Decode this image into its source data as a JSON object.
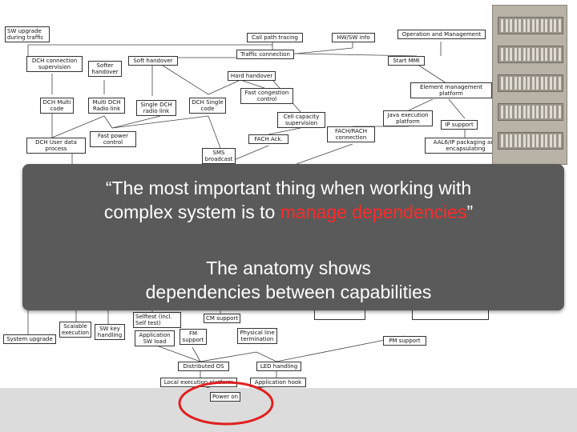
{
  "boxes": {
    "sw_upgrade": "SW upgrade during traffic",
    "call_path_tracing": "Call path tracing",
    "hw_sw_info": "HW/SW info",
    "operation_management": "Operation and Management",
    "traffic_connection": "Traffic connection",
    "dch_connection_supervision": "DCH connection supervision",
    "softer_handover": "Softer handover",
    "soft_handover": "Soft handover",
    "start_mmi": "Start MMI",
    "hard_handover": "Hard handover",
    "element_mgmt_platform": "Element management platform",
    "fast_congestion_control": "Fast congestion control",
    "dch_multi_code": "DCH Multi code",
    "multi_dch_radio_link": "Multi DCH Radio link",
    "single_dch_radio_link": "Single DCH radio link",
    "dch_single_code": "DCH Single code",
    "cell_capacity_supervision": "Cell capacity supervision",
    "java_execution_platform": "Java execution platform",
    "ip_support": "IP support",
    "fach_rach_connection": "FACH/RACH connection",
    "aal_ip_packaging": "AAL6/IP packaging and encapsulating",
    "fach_ack": "FACH Ack.",
    "dch_user_data_process": "DCH User data process",
    "fast_power_control": "Fast power control",
    "sms_broadcast": "SMS broadcast",
    "system_upgrade": "System upgrade",
    "scalable_execution": "Scalable execution",
    "sw_key_handling": "SW key handling",
    "selftest": "Selftest (incl. Self test)",
    "cm_support": "CM support",
    "application_sw_load": "Application SW load",
    "fm_support": "FM support",
    "physical_line_termination": "Physical line termination",
    "pm_support": "PM support",
    "distributed_os": "Distributed OS",
    "led_handling": "LED handling",
    "local_execution_platform": "Local execution platform",
    "application_hook": "Application hook",
    "power_on": "Power on"
  },
  "quote": {
    "line1": "“The most important thing when working with",
    "line2_before": "complex system is to ",
    "line2_highlight": "manage dependencies",
    "line2_after": "”"
  },
  "subtitle": {
    "line1": "The anatomy shows",
    "line2": "dependencies between capabilities"
  },
  "colors": {
    "overlay": "#5a5a5a",
    "highlight_text": "#ff2a2a",
    "power_on_circle": "#e02020",
    "bottom_band": "#dcdcdc"
  }
}
